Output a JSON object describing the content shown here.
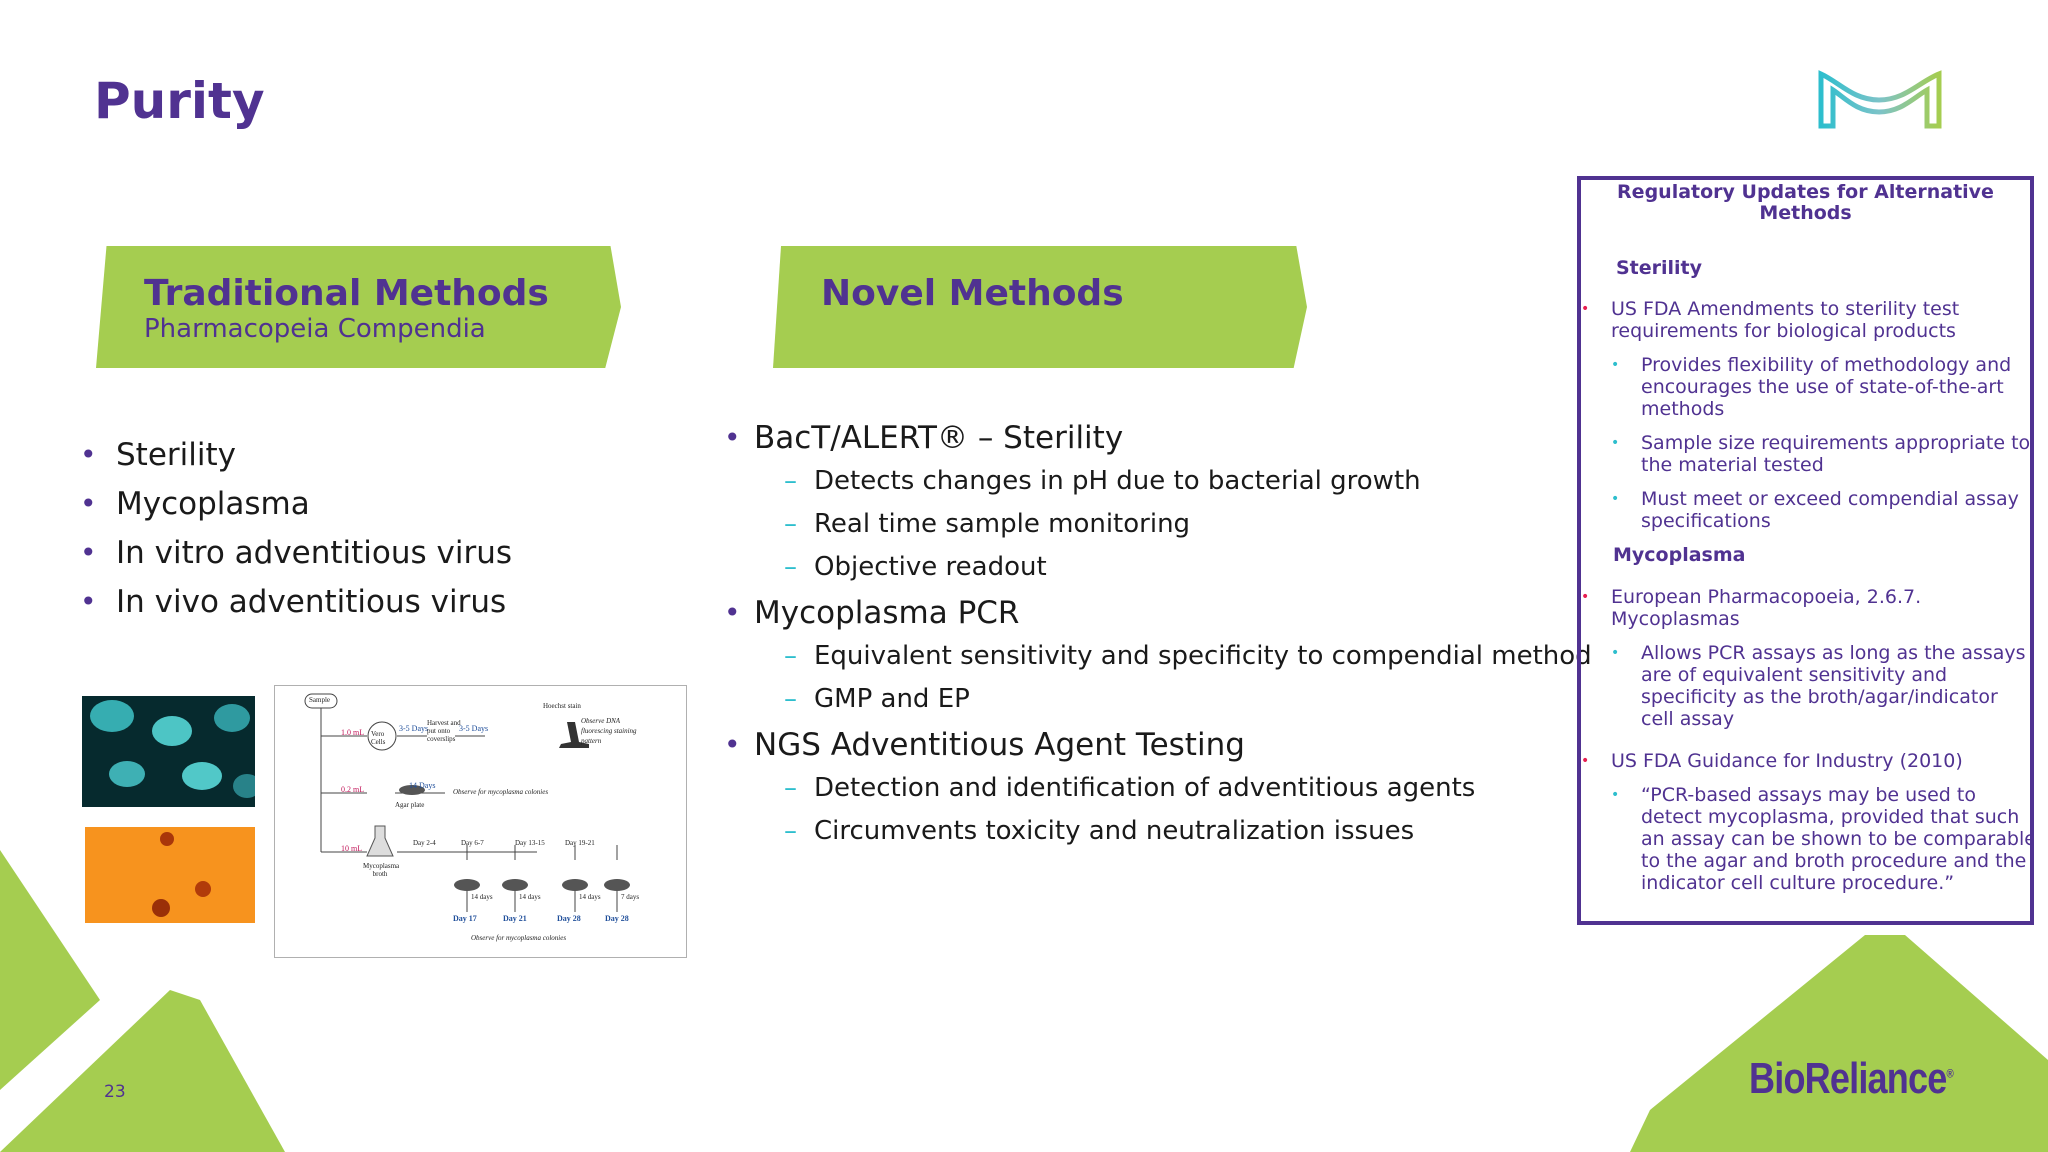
{
  "slide": {
    "title": "Purity",
    "page_number": "23",
    "brand": "BioReliance",
    "brand_mark": "®"
  },
  "traditional": {
    "heading": "Traditional Methods",
    "subheading": "Pharmacopeia Compendia",
    "items": [
      "Sterility",
      "Mycoplasma",
      "In vitro adventitious virus",
      "In vivo adventitious virus"
    ]
  },
  "novel": {
    "heading": "Novel Methods",
    "groups": [
      {
        "label": "BacT/ALERT® – Sterility",
        "subs": [
          "Detects changes in pH due to bacterial growth",
          "Real time sample monitoring",
          "Objective readout"
        ]
      },
      {
        "label": "Mycoplasma PCR",
        "subs": [
          "Equivalent sensitivity and specificity to compendial method",
          "GMP and EP"
        ]
      },
      {
        "label": "NGS Adventitious Agent Testing",
        "subs": [
          "Detection and identification of adventitious agents",
          "Circumvents toxicity and neutralization issues"
        ]
      }
    ]
  },
  "panel": {
    "title": "Regulatory Updates for Alternative Methods",
    "sterility": {
      "heading": "Sterility",
      "item": "US FDA Amendments to sterility test requirements for biological products",
      "subs": [
        "Provides flexibility of methodology and encourages the use of state-of-the-art methods",
        "Sample size requirements appropriate to the material tested",
        "Must meet or exceed compendial assay specifications"
      ]
    },
    "mycoplasma": {
      "heading": "Mycoplasma",
      "item1": "European Pharmacopoeia, 2.6.7. Mycoplasmas",
      "sub1": "Allows PCR assays as long as the assays are of equivalent sensitivity and specificity as the broth/agar/indicator cell assay",
      "item2": "US FDA Guidance for Industry (2010)",
      "sub2": "“PCR-based assays may be used to detect mycoplasma, provided that such an assay can be shown to be comparable to the agar and broth procedure and the indicator cell culture procedure.”"
    }
  },
  "diagram": {
    "sample": "Sample",
    "vol1": "1.0 mL",
    "vol2": "0.2 mL",
    "vol3": "10 mL",
    "vero": "Vero Cells",
    "d35a": "3-5 Days",
    "harvest": "Harvest and put onto coverslips",
    "d35b": "3-5 Days",
    "hoechst": "Hoechst stain",
    "observe_dna": "Observe DNA fluorescing staining pattern",
    "d14": "14 Days",
    "agar": "Agar plate",
    "observe_colonies": "Observe for mycoplasma colonies",
    "broth": "Mycoplasma broth",
    "sub_days": [
      "Day 2-4",
      "Day 6-7",
      "Day 13-15",
      "Day 19-21"
    ],
    "incub": [
      "14 days",
      "14 days",
      "14 days",
      "7 days"
    ],
    "final_days": [
      "Day 17",
      "Day 21",
      "Day 28",
      "Day 28"
    ],
    "observe_colonies2": "Observe for mycoplasma colonies"
  },
  "colors": {
    "purple": "#503291",
    "green": "#a5cd50",
    "cyan": "#2dbecd",
    "red": "#e61e50"
  },
  "icons": [
    "merck-logo-icon",
    "microscope-icon",
    "flask-icon",
    "petri-dish-icon"
  ]
}
